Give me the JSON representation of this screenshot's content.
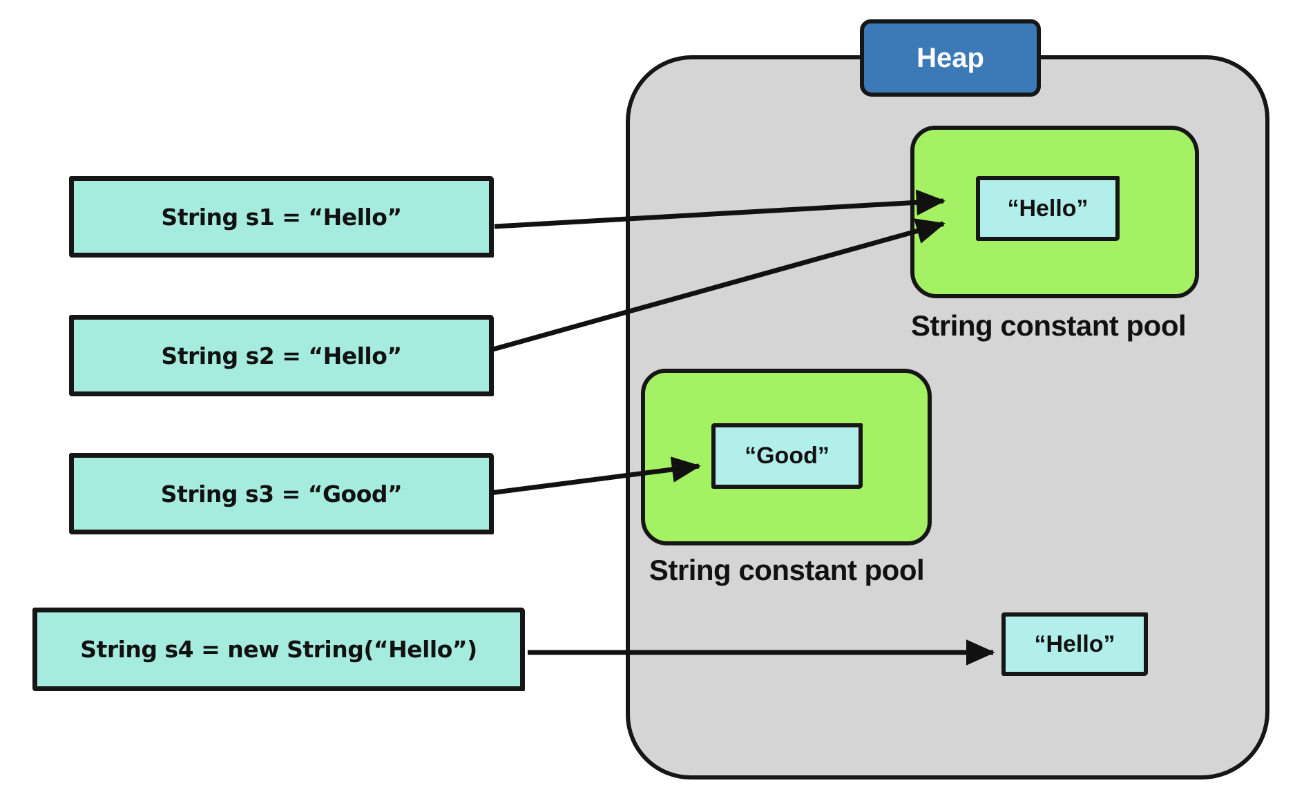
{
  "heap": {
    "label": "Heap",
    "object_value": "“Hello”"
  },
  "pools": [
    {
      "position": "top",
      "label": "String constant pool",
      "value": "“Hello”"
    },
    {
      "position": "middle",
      "label": "String constant pool",
      "value": "“Good”"
    }
  ],
  "variables": [
    {
      "id": "s1",
      "label": "String s1 = “Hello”",
      "points_to": "pool Hello"
    },
    {
      "id": "s2",
      "label": "String s2 = “Hello”",
      "points_to": "pool Hello"
    },
    {
      "id": "s3",
      "label": "String s3 = “Good”",
      "points_to": "pool Good"
    },
    {
      "id": "s4",
      "label": "String s4 = new String(“Hello”)",
      "points_to": "heap Hello"
    }
  ],
  "colors": {
    "heap_fill": "#d5d5d5",
    "heap_tab_fill": "#3b79b7",
    "pool_fill": "#a4f163",
    "value_box_fill": "#b2eeea",
    "variable_box_fill": "#a5ecdf",
    "outline": "#161616",
    "arrow": "#111111",
    "background": "#ffffff"
  }
}
